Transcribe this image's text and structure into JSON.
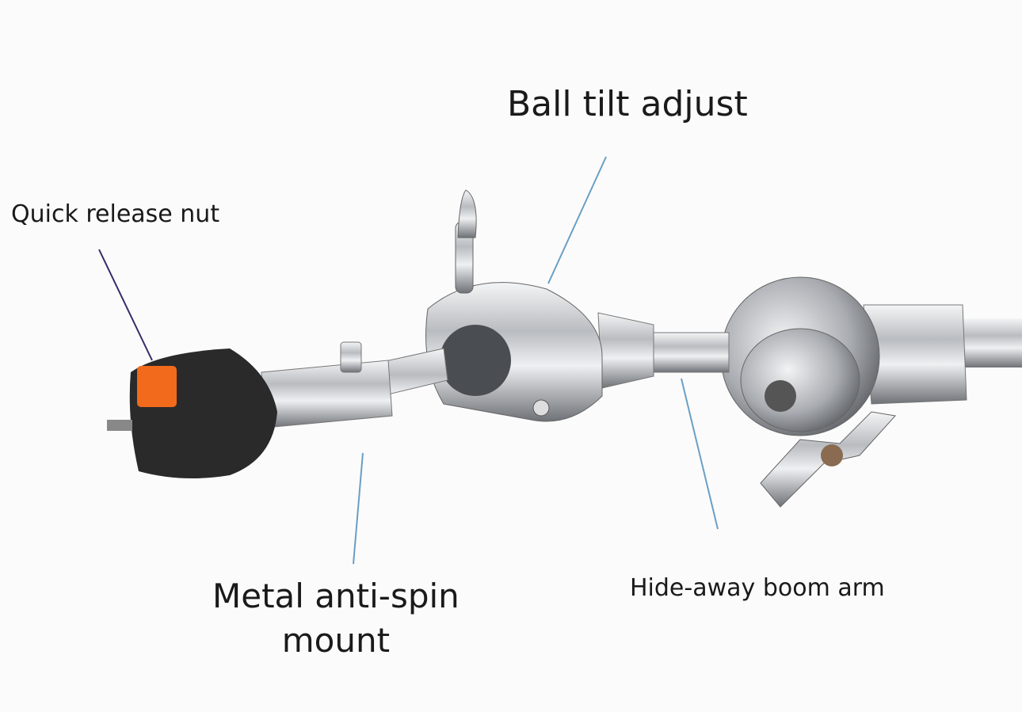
{
  "labels": {
    "ball_tilt": "Ball tilt adjust",
    "quick_release": "Quick release nut",
    "metal_mount_line1": "Metal anti-spin",
    "metal_mount_line2": "mount",
    "boom_arm": "Hide-away boom arm"
  },
  "colors": {
    "leader_blue": "#6a9fc4",
    "leader_purple": "#3a2a6a",
    "release_button": "#f26a1b",
    "chrome": "#c9ccd0",
    "rubber": "#2a2a2a"
  }
}
